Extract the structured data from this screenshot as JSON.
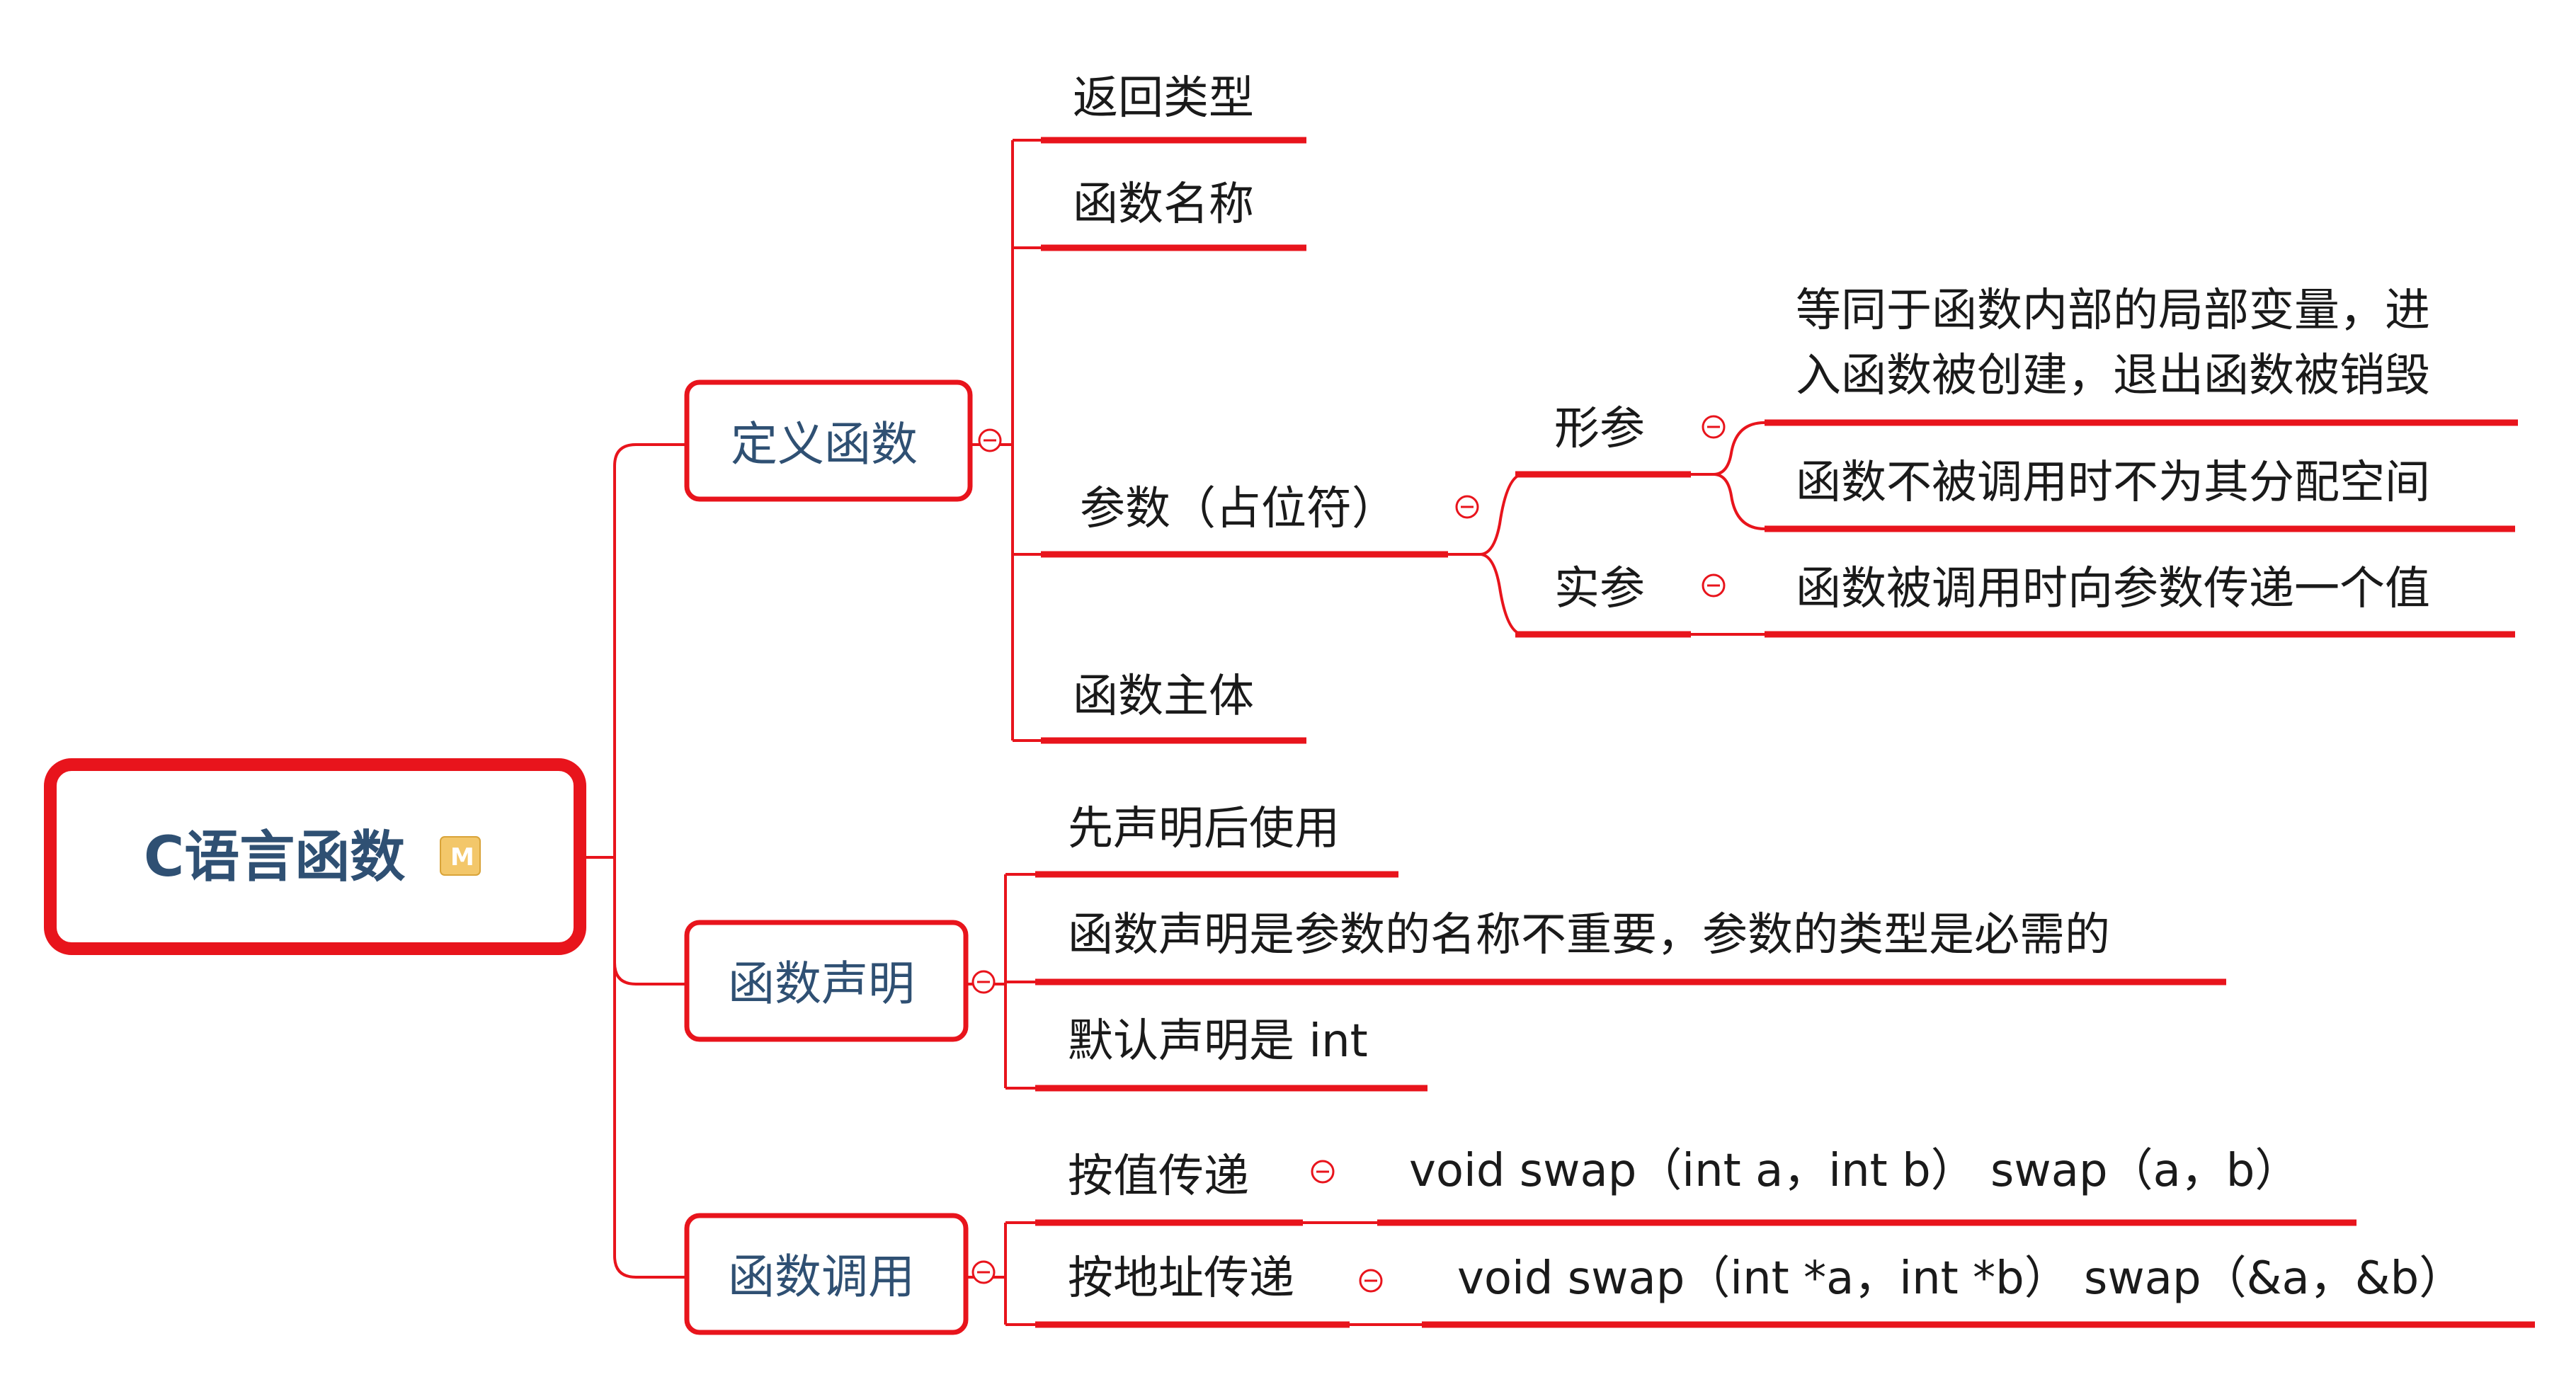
{
  "root": {
    "label": "C语言函数",
    "marker": "M",
    "marker_icon": "milestone-icon"
  },
  "branches": {
    "define": {
      "label": "定义函数",
      "items": {
        "return_type": "返回类型",
        "func_name": "函数名称",
        "params": {
          "label": "参数（占位符）",
          "formal": {
            "label": "形参",
            "notes": [
              "等同于函数内部的局部变量，进",
              "入函数被创建，退出函数被销毁"
            ],
            "note2": "函数不被调用时不为其分配空间"
          },
          "actual": {
            "label": "实参",
            "note": "函数被调用时向参数传递一个值"
          }
        },
        "body": "函数主体"
      }
    },
    "declare": {
      "label": "函数声明",
      "items": [
        "先声明后使用",
        "函数声明是参数的名称不重要，参数的类型是必需的",
        "默认声明是 int"
      ]
    },
    "call": {
      "label": "函数调用",
      "by_value": {
        "label": "按值传递",
        "code": "void swap（int a，int b） swap（a，b）"
      },
      "by_address": {
        "label": "按地址传递",
        "code": "void swap（int *a，int *b） swap（&a，&b）"
      }
    }
  },
  "colors": {
    "accent": "#e8141c",
    "node_text": "#2f5073",
    "leaf_text": "#1a1a1a",
    "marker": "#f3c76a"
  }
}
